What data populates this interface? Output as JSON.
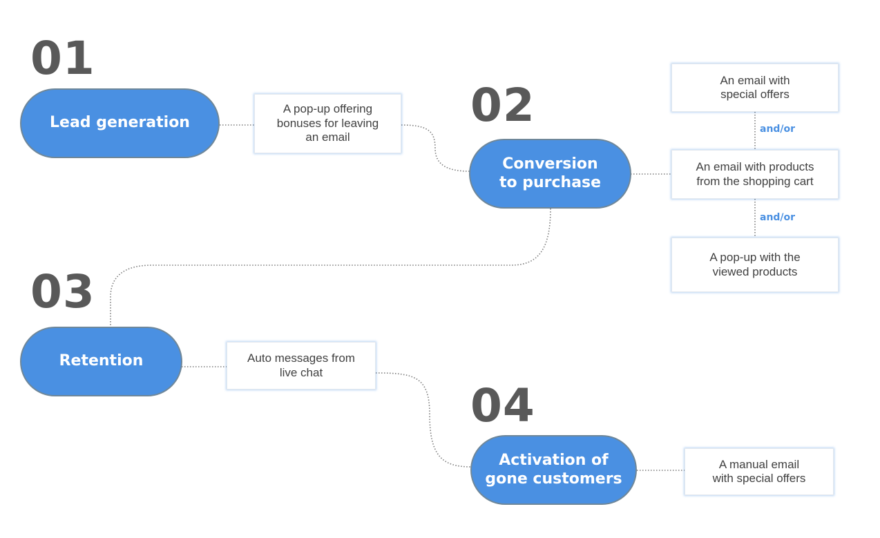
{
  "stages": [
    {
      "number": "01",
      "label": "Lead generation"
    },
    {
      "number": "02",
      "label": "Conversion\nto purchase"
    },
    {
      "number": "03",
      "label": "Retention"
    },
    {
      "number": "04",
      "label": "Activation of\ngone customers"
    }
  ],
  "boxes": {
    "lead_popup": "A pop-up offering\nbonuses for leaving\nan email",
    "special_offers_email": "An email with\nspecial offers",
    "cart_email": "An email with products\nfrom the shopping cart",
    "viewed_popup": "A pop-up with the\nviewed products",
    "live_chat": "Auto messages from\nlive chat",
    "manual_email": "A manual email\nwith special offers"
  },
  "connector_text": "and/or",
  "colors": {
    "stage_fill": "#4a90e2",
    "stage_border": "#6f8799",
    "number_text": "#595959",
    "connector_label": "#4a90e2",
    "box_text": "#404040"
  }
}
